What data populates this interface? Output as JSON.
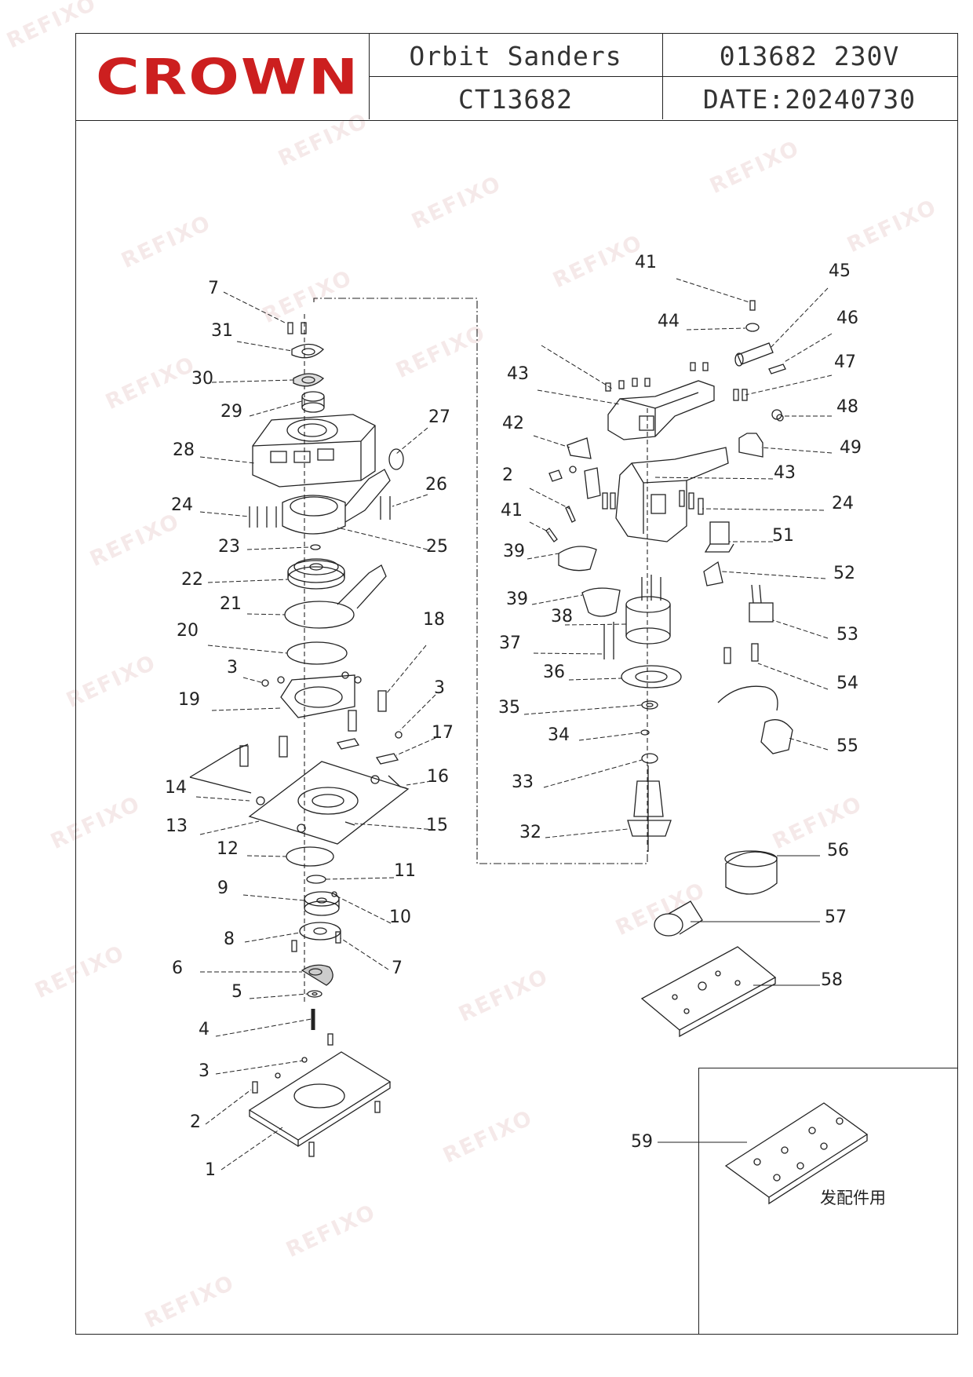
{
  "header": {
    "brand": "CROWN",
    "product_name": "Orbit Sanders",
    "model": "CT13682",
    "code_voltage": "013682 230V",
    "date": "DATE:20240730"
  },
  "watermark": "REFIXO",
  "inset_note": "发配件用",
  "colors": {
    "brand": "#cc1f1f",
    "line": "#222222"
  },
  "callouts": [
    {
      "label": "7"
    },
    {
      "label": "31"
    },
    {
      "label": "30"
    },
    {
      "label": "29"
    },
    {
      "label": "28"
    },
    {
      "label": "27"
    },
    {
      "label": "26"
    },
    {
      "label": "24"
    },
    {
      "label": "25"
    },
    {
      "label": "23"
    },
    {
      "label": "22"
    },
    {
      "label": "21"
    },
    {
      "label": "20"
    },
    {
      "label": "18"
    },
    {
      "label": "3"
    },
    {
      "label": "19"
    },
    {
      "label": "3"
    },
    {
      "label": "17"
    },
    {
      "label": "16"
    },
    {
      "label": "14"
    },
    {
      "label": "13"
    },
    {
      "label": "15"
    },
    {
      "label": "12"
    },
    {
      "label": "11"
    },
    {
      "label": "9"
    },
    {
      "label": "10"
    },
    {
      "label": "8"
    },
    {
      "label": "7"
    },
    {
      "label": "6"
    },
    {
      "label": "5"
    },
    {
      "label": "4"
    },
    {
      "label": "3"
    },
    {
      "label": "2"
    },
    {
      "label": "1"
    },
    {
      "label": "41"
    },
    {
      "label": "45"
    },
    {
      "label": "44"
    },
    {
      "label": "46"
    },
    {
      "label": "47"
    },
    {
      "label": "43"
    },
    {
      "label": "48"
    },
    {
      "label": "42"
    },
    {
      "label": "49"
    },
    {
      "label": "2"
    },
    {
      "label": "43"
    },
    {
      "label": "41"
    },
    {
      "label": "24"
    },
    {
      "label": "51"
    },
    {
      "label": "39"
    },
    {
      "label": "52"
    },
    {
      "label": "39"
    },
    {
      "label": "38"
    },
    {
      "label": "53"
    },
    {
      "label": "37"
    },
    {
      "label": "54"
    },
    {
      "label": "36"
    },
    {
      "label": "35"
    },
    {
      "label": "55"
    },
    {
      "label": "34"
    },
    {
      "label": "33"
    },
    {
      "label": "32"
    },
    {
      "label": "56"
    },
    {
      "label": "57"
    },
    {
      "label": "58"
    },
    {
      "label": "59"
    }
  ]
}
